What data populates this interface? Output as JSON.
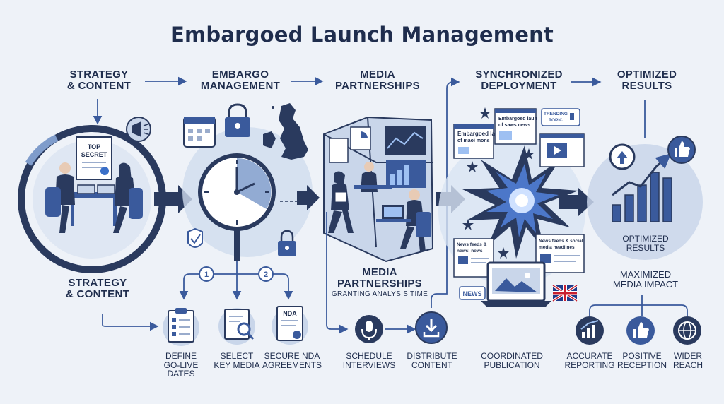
{
  "title": "Embargoed Launch Management",
  "stages": {
    "strategy": {
      "line1": "STRATEGY",
      "line2": "& CONTENT"
    },
    "embargo": {
      "line1": "EMBARGO",
      "line2": "MANAGEMENT"
    },
    "media": {
      "line1": "MEDIA",
      "line2": "PARTNERSHIPS"
    },
    "deployment": {
      "line1": "SYNCHRONIZED",
      "line2": "DEPLOYMENT"
    },
    "results": {
      "line1": "OPTIMIZED",
      "line2": "RESULTS"
    }
  },
  "side_labels": {
    "strategy_bottom": {
      "line1": "STRATEGY",
      "line2": "& CONTENT"
    },
    "media_bottom": {
      "line1": "MEDIA",
      "line2": "PARTNERSHIPS",
      "sub": "GRANTING ANALYSIS TIME"
    },
    "results_inner": {
      "line1": "OPTIMIZED",
      "line2": "RESULTS"
    },
    "maximized": {
      "line1": "MAXIMIZED",
      "line2": "MEDIA IMPACT"
    }
  },
  "doc_texts": {
    "top_secret": {
      "line1": "TOP",
      "line2": "SECRET"
    },
    "nda": "NDA",
    "trending": {
      "line1": "TRENDING",
      "line2": "TOPIC"
    },
    "card1": {
      "line1": "Embargoed laun",
      "line2": "of maoi mons"
    },
    "card2": {
      "line1": "Embargoed laun",
      "line2": "of saws news"
    },
    "card3": {
      "line1": "News feeds &",
      "line2": "news! news"
    },
    "card4": {
      "line1": "News feeds & social",
      "line2": "media headlines"
    },
    "news_tag": "NEWS"
  },
  "markers": [
    "1",
    "2"
  ],
  "steps": [
    {
      "name": "define",
      "line1": "DEFINE",
      "line2": "GO-LIVE",
      "line3": "DATES"
    },
    {
      "name": "select",
      "line1": "SELECT",
      "line2": "KEY MEDIA",
      "line3": ""
    },
    {
      "name": "secure",
      "line1": "SECURE NDA",
      "line2": "AGREEMENTS",
      "line3": ""
    },
    {
      "name": "schedule",
      "line1": "SCHEDULE",
      "line2": "INTERVIEWS",
      "line3": ""
    },
    {
      "name": "distribute",
      "line1": "DISTRIBUTE",
      "line2": "CONTENT",
      "line3": ""
    },
    {
      "name": "coordinated",
      "line1": "COORDINATED",
      "line2": "PUBLICATION",
      "line3": ""
    },
    {
      "name": "accurate",
      "line1": "ACCURATE",
      "line2": "REPORTING",
      "line3": ""
    },
    {
      "name": "positive",
      "line1": "POSITIVE",
      "line2": "RECEPTION",
      "line3": ""
    },
    {
      "name": "wider",
      "line1": "WIDER",
      "line2": "REACH",
      "line3": ""
    }
  ],
  "colors": {
    "navy": "#1f2d4d",
    "blue": "#3a5a9c",
    "light_blue": "#c9d6ea",
    "pale": "#dfe7f3",
    "accent": "#2f6fd0",
    "background": "#eef2f8"
  }
}
